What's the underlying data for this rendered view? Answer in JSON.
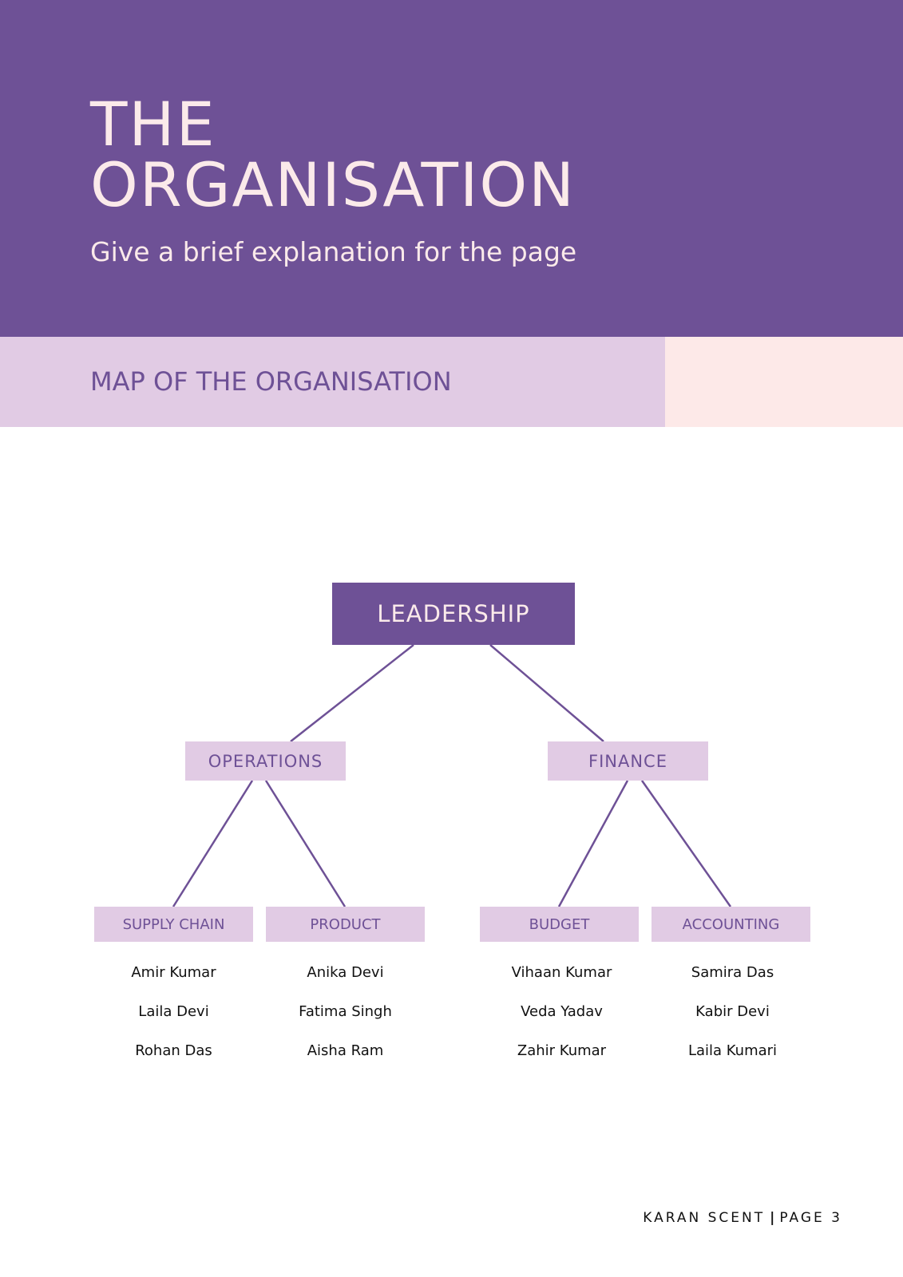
{
  "header": {
    "title_line1": "THE",
    "title_line2": "ORGANISATION",
    "subtitle": "Give a brief explanation for the page"
  },
  "band": {
    "title": "MAP OF THE ORGANISATION"
  },
  "org_chart": {
    "root": "LEADERSHIP",
    "departments": [
      {
        "name": "OPERATIONS",
        "teams": [
          {
            "name": "SUPPLY CHAIN",
            "members": [
              "Amir Kumar",
              "Laila Devi",
              "Rohan Das"
            ]
          },
          {
            "name": "PRODUCT",
            "members": [
              "Anika Devi",
              "Fatima Singh",
              "Aisha Ram"
            ]
          }
        ]
      },
      {
        "name": "FINANCE",
        "teams": [
          {
            "name": "BUDGET",
            "members": [
              "Vihaan Kumar",
              "Veda Yadav",
              "Zahir Kumar"
            ]
          },
          {
            "name": "ACCOUNTING",
            "members": [
              "Samira Das",
              "Kabir Devi",
              "Laila Kumari"
            ]
          }
        ]
      }
    ]
  },
  "footer": {
    "brand": "KARAN SCENT",
    "separator": "|",
    "page": "PAGE 3"
  },
  "colors": {
    "primary": "#6e5196",
    "light_lavender": "#e1cbe4",
    "blush": "#fde9e8",
    "title_text": "#fbeaea"
  }
}
